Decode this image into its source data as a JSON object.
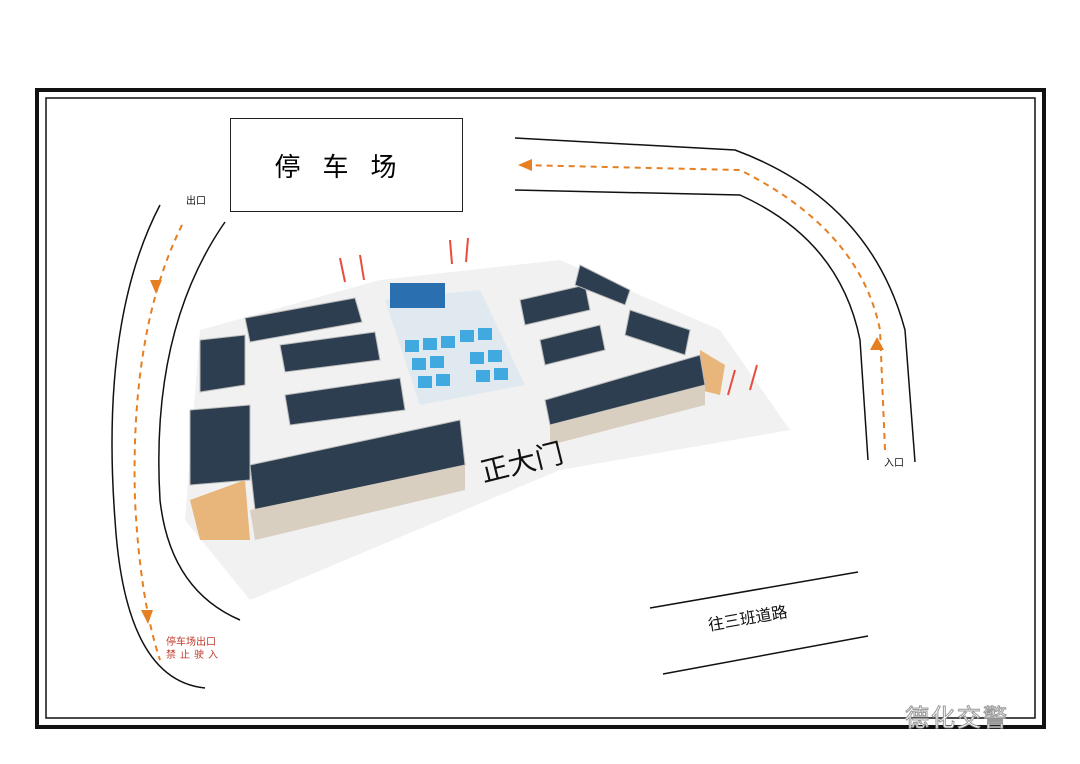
{
  "labels": {
    "parking_lot": "停车场",
    "exit": "出口",
    "entrance": "入口",
    "main_gate": "正大门",
    "road": "往三班道路",
    "parking_exit_line1": "停车场出口",
    "parking_exit_line2": "禁止驶入",
    "watermark": "德化交警"
  },
  "colors": {
    "arrow": "#e67e22",
    "warning_text": "#c0392b",
    "roof": "#2c3e50",
    "square": "#3fa9e0"
  }
}
